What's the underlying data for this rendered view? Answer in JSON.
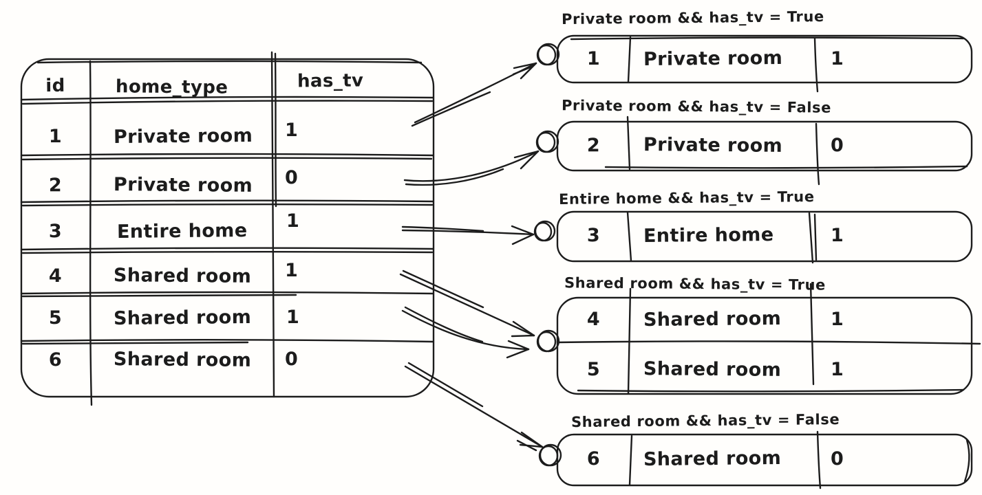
{
  "colors": {
    "ink": "#1c1c1c",
    "background": "#fffefc"
  },
  "source_table": {
    "columns": [
      "id",
      "home_type",
      "has_tv"
    ],
    "rows": [
      {
        "id": "1",
        "home_type": "Private room",
        "has_tv": "1"
      },
      {
        "id": "2",
        "home_type": "Private room",
        "has_tv": "0"
      },
      {
        "id": "3",
        "home_type": "Entire home",
        "has_tv": "1"
      },
      {
        "id": "4",
        "home_type": "Shared room",
        "has_tv": "1"
      },
      {
        "id": "5",
        "home_type": "Shared room",
        "has_tv": "1"
      },
      {
        "id": "6",
        "home_type": "Shared room",
        "has_tv": "0"
      }
    ]
  },
  "groups": [
    {
      "label": "Private room && has_tv = True",
      "rows": [
        {
          "id": "1",
          "home_type": "Private room",
          "has_tv": "1"
        }
      ]
    },
    {
      "label": "Private room && has_tv = False",
      "rows": [
        {
          "id": "2",
          "home_type": "Private room",
          "has_tv": "0"
        }
      ]
    },
    {
      "label": "Entire home && has_tv = True",
      "rows": [
        {
          "id": "3",
          "home_type": "Entire home",
          "has_tv": "1"
        }
      ]
    },
    {
      "label": "Shared room && has_tv = True",
      "rows": [
        {
          "id": "4",
          "home_type": "Shared room",
          "has_tv": "1"
        },
        {
          "id": "5",
          "home_type": "Shared room",
          "has_tv": "1"
        }
      ]
    },
    {
      "label": "Shared room && has_tv = False",
      "rows": [
        {
          "id": "6",
          "home_type": "Shared room",
          "has_tv": "0"
        }
      ]
    }
  ]
}
